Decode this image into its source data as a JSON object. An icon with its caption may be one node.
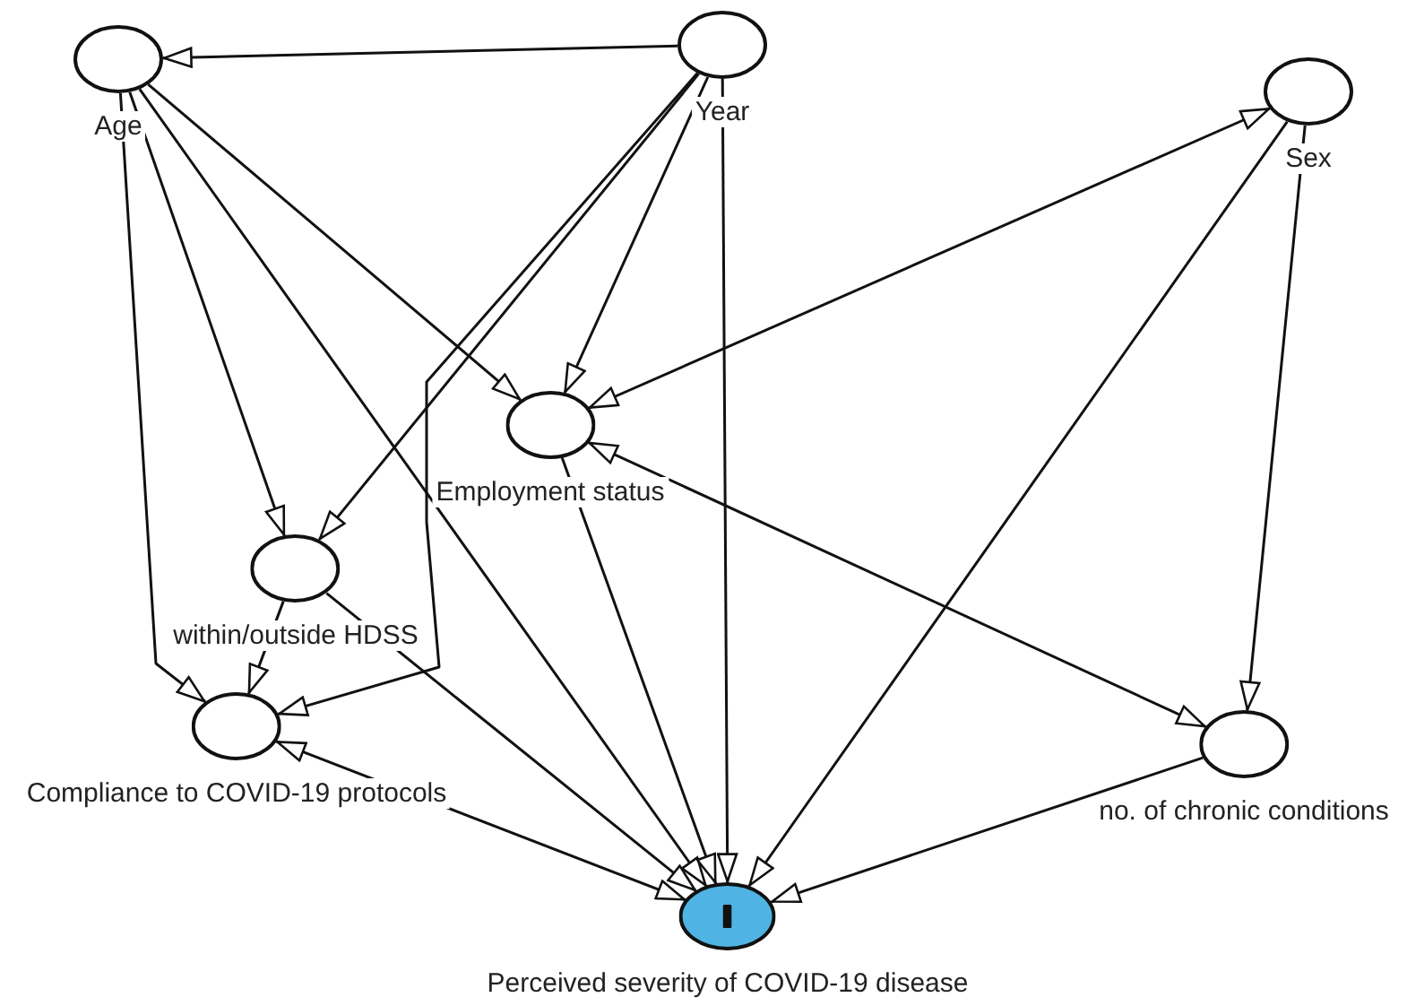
{
  "diagram": {
    "nodes": [
      {
        "text": [
          "Age"
        ]
      },
      {
        "text": [
          "Year"
        ]
      },
      {
        "text": [
          "Sex"
        ]
      },
      {
        "text": [
          "Employment status"
        ]
      },
      {
        "text": [
          "within/outside HDSS"
        ]
      },
      {
        "text": [
          "Compliance to COVID-19 protocols"
        ]
      },
      {
        "text": [
          "no. of chronic conditions"
        ]
      },
      {
        "text": [
          "Perceived severity of COVID-19 disease"
        ]
      }
    ],
    "edges": [
      {
        "from": 1,
        "to": 0,
        "arrow": "to"
      },
      {
        "from": 0,
        "to": 3,
        "arrow": "to"
      },
      {
        "from": 0,
        "to": 4,
        "arrow": "to"
      },
      {
        "from": 0,
        "to": 5,
        "arrow": "to"
      },
      {
        "from": 0,
        "to": 7,
        "arrow": "to"
      },
      {
        "from": 1,
        "to": 3,
        "arrow": "to"
      },
      {
        "from": 1,
        "to": 4,
        "arrow": "to"
      },
      {
        "from": 1,
        "to": 5,
        "arrow": "to"
      },
      {
        "from": 1,
        "to": 7,
        "arrow": "to"
      },
      {
        "from": 3,
        "to": 2,
        "arrow": "both"
      },
      {
        "from": 2,
        "to": 7,
        "arrow": "to"
      },
      {
        "from": 2,
        "to": 6,
        "arrow": "to"
      },
      {
        "from": 3,
        "to": 6,
        "arrow": "both"
      },
      {
        "from": 3,
        "to": 7,
        "arrow": "to"
      },
      {
        "from": 4,
        "to": 5,
        "arrow": "to"
      },
      {
        "from": 4,
        "to": 7,
        "arrow": "to"
      },
      {
        "from": 5,
        "to": 7,
        "arrow": "both"
      },
      {
        "from": 6,
        "to": 7,
        "arrow": "to"
      }
    ]
  }
}
